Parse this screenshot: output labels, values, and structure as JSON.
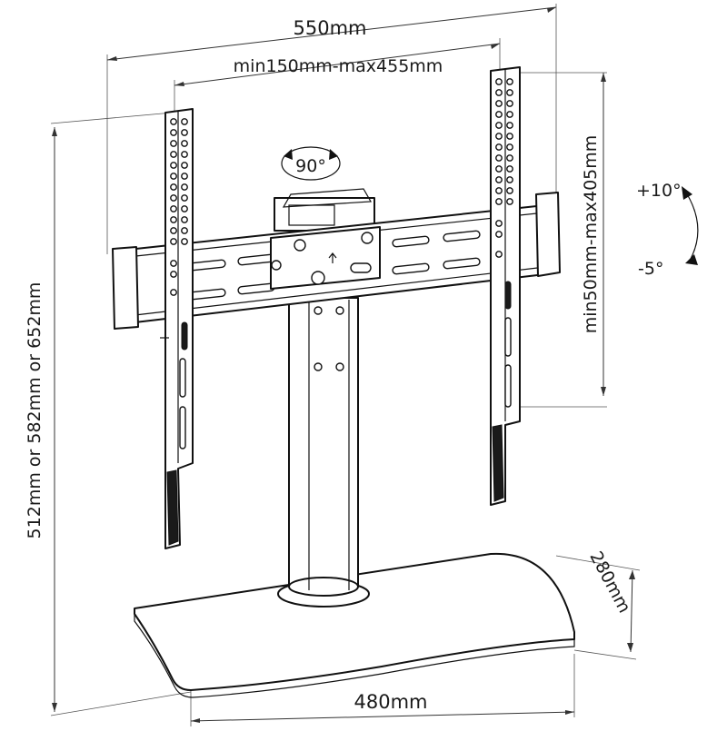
{
  "labels": {
    "overall_width": "550mm",
    "vesa_width": "min150mm-max455mm",
    "swivel": "90°",
    "vesa_height": "min50mm-max405mm",
    "tilt_up": "+10°",
    "tilt_down": "-5°",
    "height_options": "512mm or 582mm or 652mm",
    "base_depth": "280mm",
    "base_width": "480mm"
  },
  "colors": {
    "line": "#111111",
    "fill": "#ffffff"
  }
}
